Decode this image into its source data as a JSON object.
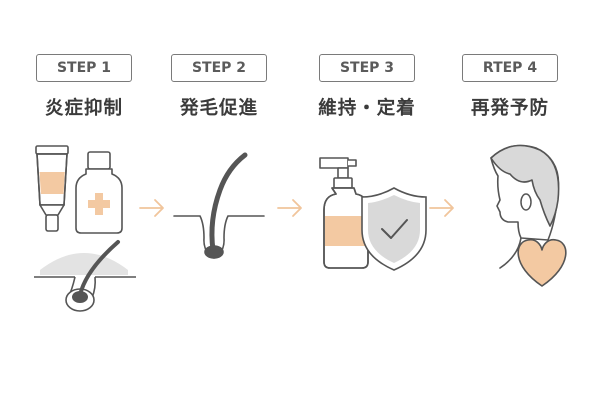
{
  "steps": [
    {
      "badge": "STEP 1",
      "title": "炎症抑制",
      "icon": "cream-tube-and-medicine-bottle-icon"
    },
    {
      "badge": "STEP 2",
      "title": "発毛促進",
      "icon": "growing-hair-follicle-icon"
    },
    {
      "badge": "STEP 3",
      "title": "維持・定着",
      "icon": "spray-bottle-and-shield-icon"
    },
    {
      "badge": "RTEP 4",
      "title": "再発予防",
      "icon": "man-profile-with-heart-icon"
    }
  ],
  "colors": {
    "accent": "#f3c9a2",
    "line": "#555555",
    "shade": "#d9d9d9",
    "badge_border": "#7a7a7a"
  }
}
